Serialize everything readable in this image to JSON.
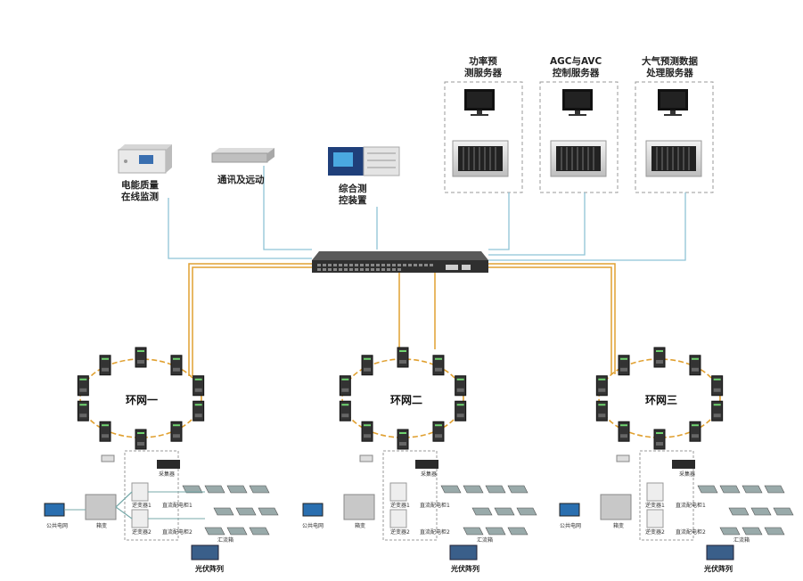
{
  "devices": {
    "power_quality": [
      "电能质量",
      "在线监测"
    ],
    "comm": "通讯及远动",
    "integrated": [
      "综合测",
      "控装置"
    ],
    "power_forecast": [
      "功率预",
      "测服务器"
    ],
    "agc_avc": [
      "AGC与AVC",
      "控制服务器"
    ],
    "weather": [
      "大气预测数据",
      "处理服务器"
    ]
  },
  "rings": [
    "环网一",
    "环网二",
    "环网三"
  ],
  "field": {
    "collector": "采集器",
    "inverter1": "逆变器1",
    "inverter2": "逆变器2",
    "dc_cabinet1": "直流配电柜1",
    "dc_cabinet2": "直流配电柜2",
    "combiner": "汇流箱",
    "transformer": "箱变",
    "grid": "公共电网",
    "pv_array": "光伏阵列"
  },
  "colors": {
    "blue_line": "#8ec3d6",
    "orange_line": "#e0a030",
    "dashed_box": "#999999"
  }
}
